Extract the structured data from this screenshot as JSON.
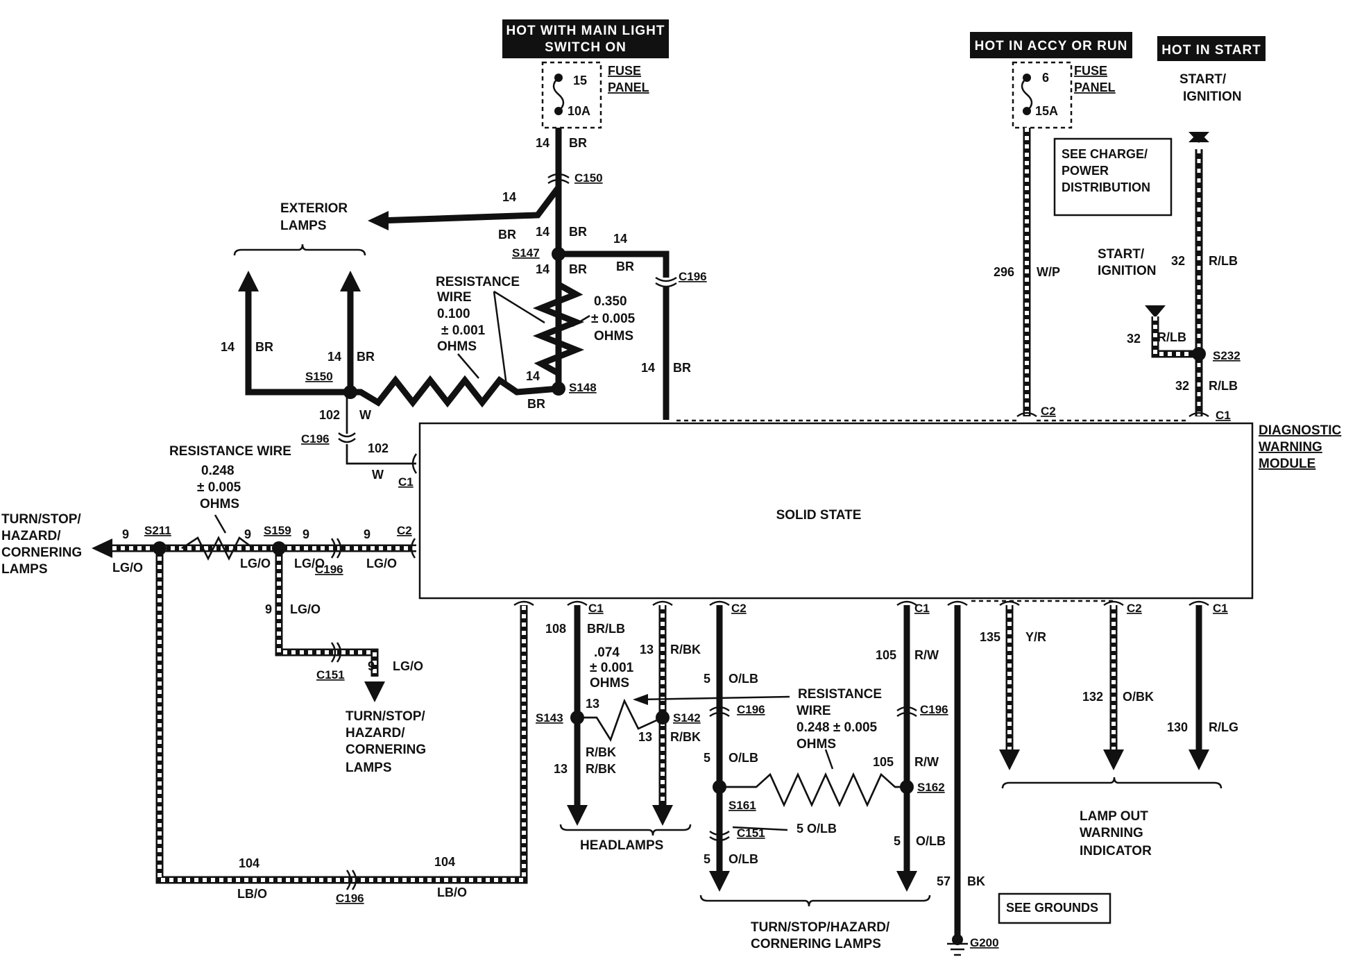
{
  "headers": {
    "main_light": [
      "HOT WITH MAIN LIGHT",
      "SWITCH ON"
    ],
    "accy_run": "HOT IN ACCY OR RUN",
    "start": "HOT IN START"
  },
  "fuses": [
    {
      "number": "15",
      "rating": "10A",
      "label": [
        "FUSE",
        "PANEL"
      ]
    },
    {
      "number": "6",
      "rating": "15A",
      "label": [
        "FUSE",
        "PANEL"
      ]
    }
  ],
  "notes": {
    "see_charge": [
      "SEE  CHARGE/",
      "POWER",
      "DISTRIBUTION"
    ],
    "see_grounds": "SEE GROUNDS",
    "start_ignition_top": [
      "START/",
      "IGNITION"
    ],
    "start_ignition_mid": [
      "START/",
      "IGNITION"
    ]
  },
  "module": {
    "label": [
      "DIAGNOSTIC",
      "WARNING",
      "MODULE"
    ],
    "body": "SOLID STATE"
  },
  "destinations": {
    "exterior_lamps": [
      "EXTERIOR",
      "LAMPS"
    ],
    "turn_left": [
      "TURN/STOP/",
      "HAZARD/",
      "CORNERING",
      "LAMPS"
    ],
    "turn_mid": [
      "TURN/STOP/",
      "HAZARD/",
      "CORNERING",
      "LAMPS"
    ],
    "headlamps": "HEADLAMPS",
    "turn_bottom": [
      "TURN/STOP/HAZARD/",
      "CORNERING LAMPS"
    ],
    "lamp_out": [
      "LAMP OUT",
      "WARNING",
      "INDICATOR"
    ]
  },
  "resistors": {
    "r1": [
      "RESISTANCE",
      "WIRE",
      "0.100",
      "± 0.001",
      "OHMS"
    ],
    "r2": [
      "0.350",
      "± 0.005",
      "OHMS"
    ],
    "r3": [
      "RESISTANCE WIRE",
      "0.248",
      "± 0.005",
      "OHMS"
    ],
    "r4": [
      ".074",
      "± 0.001",
      "OHMS"
    ],
    "r5": [
      "RESISTANCE",
      "WIRE",
      "0.248 ± 0.005",
      "OHMS"
    ]
  },
  "connectors": {
    "c150": "C150",
    "c196": "C196",
    "c151": "C151",
    "c1": "C1",
    "c2": "C2",
    "s147": "S147",
    "s148": "S148",
    "s150": "S150",
    "s211": "S211",
    "s159": "S159",
    "s143": "S143",
    "s142": "S142",
    "s161": "S161",
    "s162": "S162",
    "s232": "S232",
    "g200": "G200"
  },
  "wires": {
    "w14": "14",
    "br": "BR",
    "w102": "102",
    "w": "W",
    "w9": "9",
    "lgo": "LG/O",
    "w104": "104",
    "lbo": "LB/O",
    "w108": "108",
    "brlb": "BR/LB",
    "w13": "13",
    "rbk": "R/BK",
    "w5": "5",
    "olb": "O/LB",
    "w105": "105",
    "rw": "R/W",
    "w57": "57",
    "bk": "BK",
    "w135": "135",
    "yr": "Y/R",
    "w132": "132",
    "obk": "O/BK",
    "w130": "130",
    "rlg": "R/LG",
    "w296": "296",
    "wp": "W/P",
    "w32": "32",
    "rlb": "R/LB",
    "five_olb": "5  O/LB"
  }
}
